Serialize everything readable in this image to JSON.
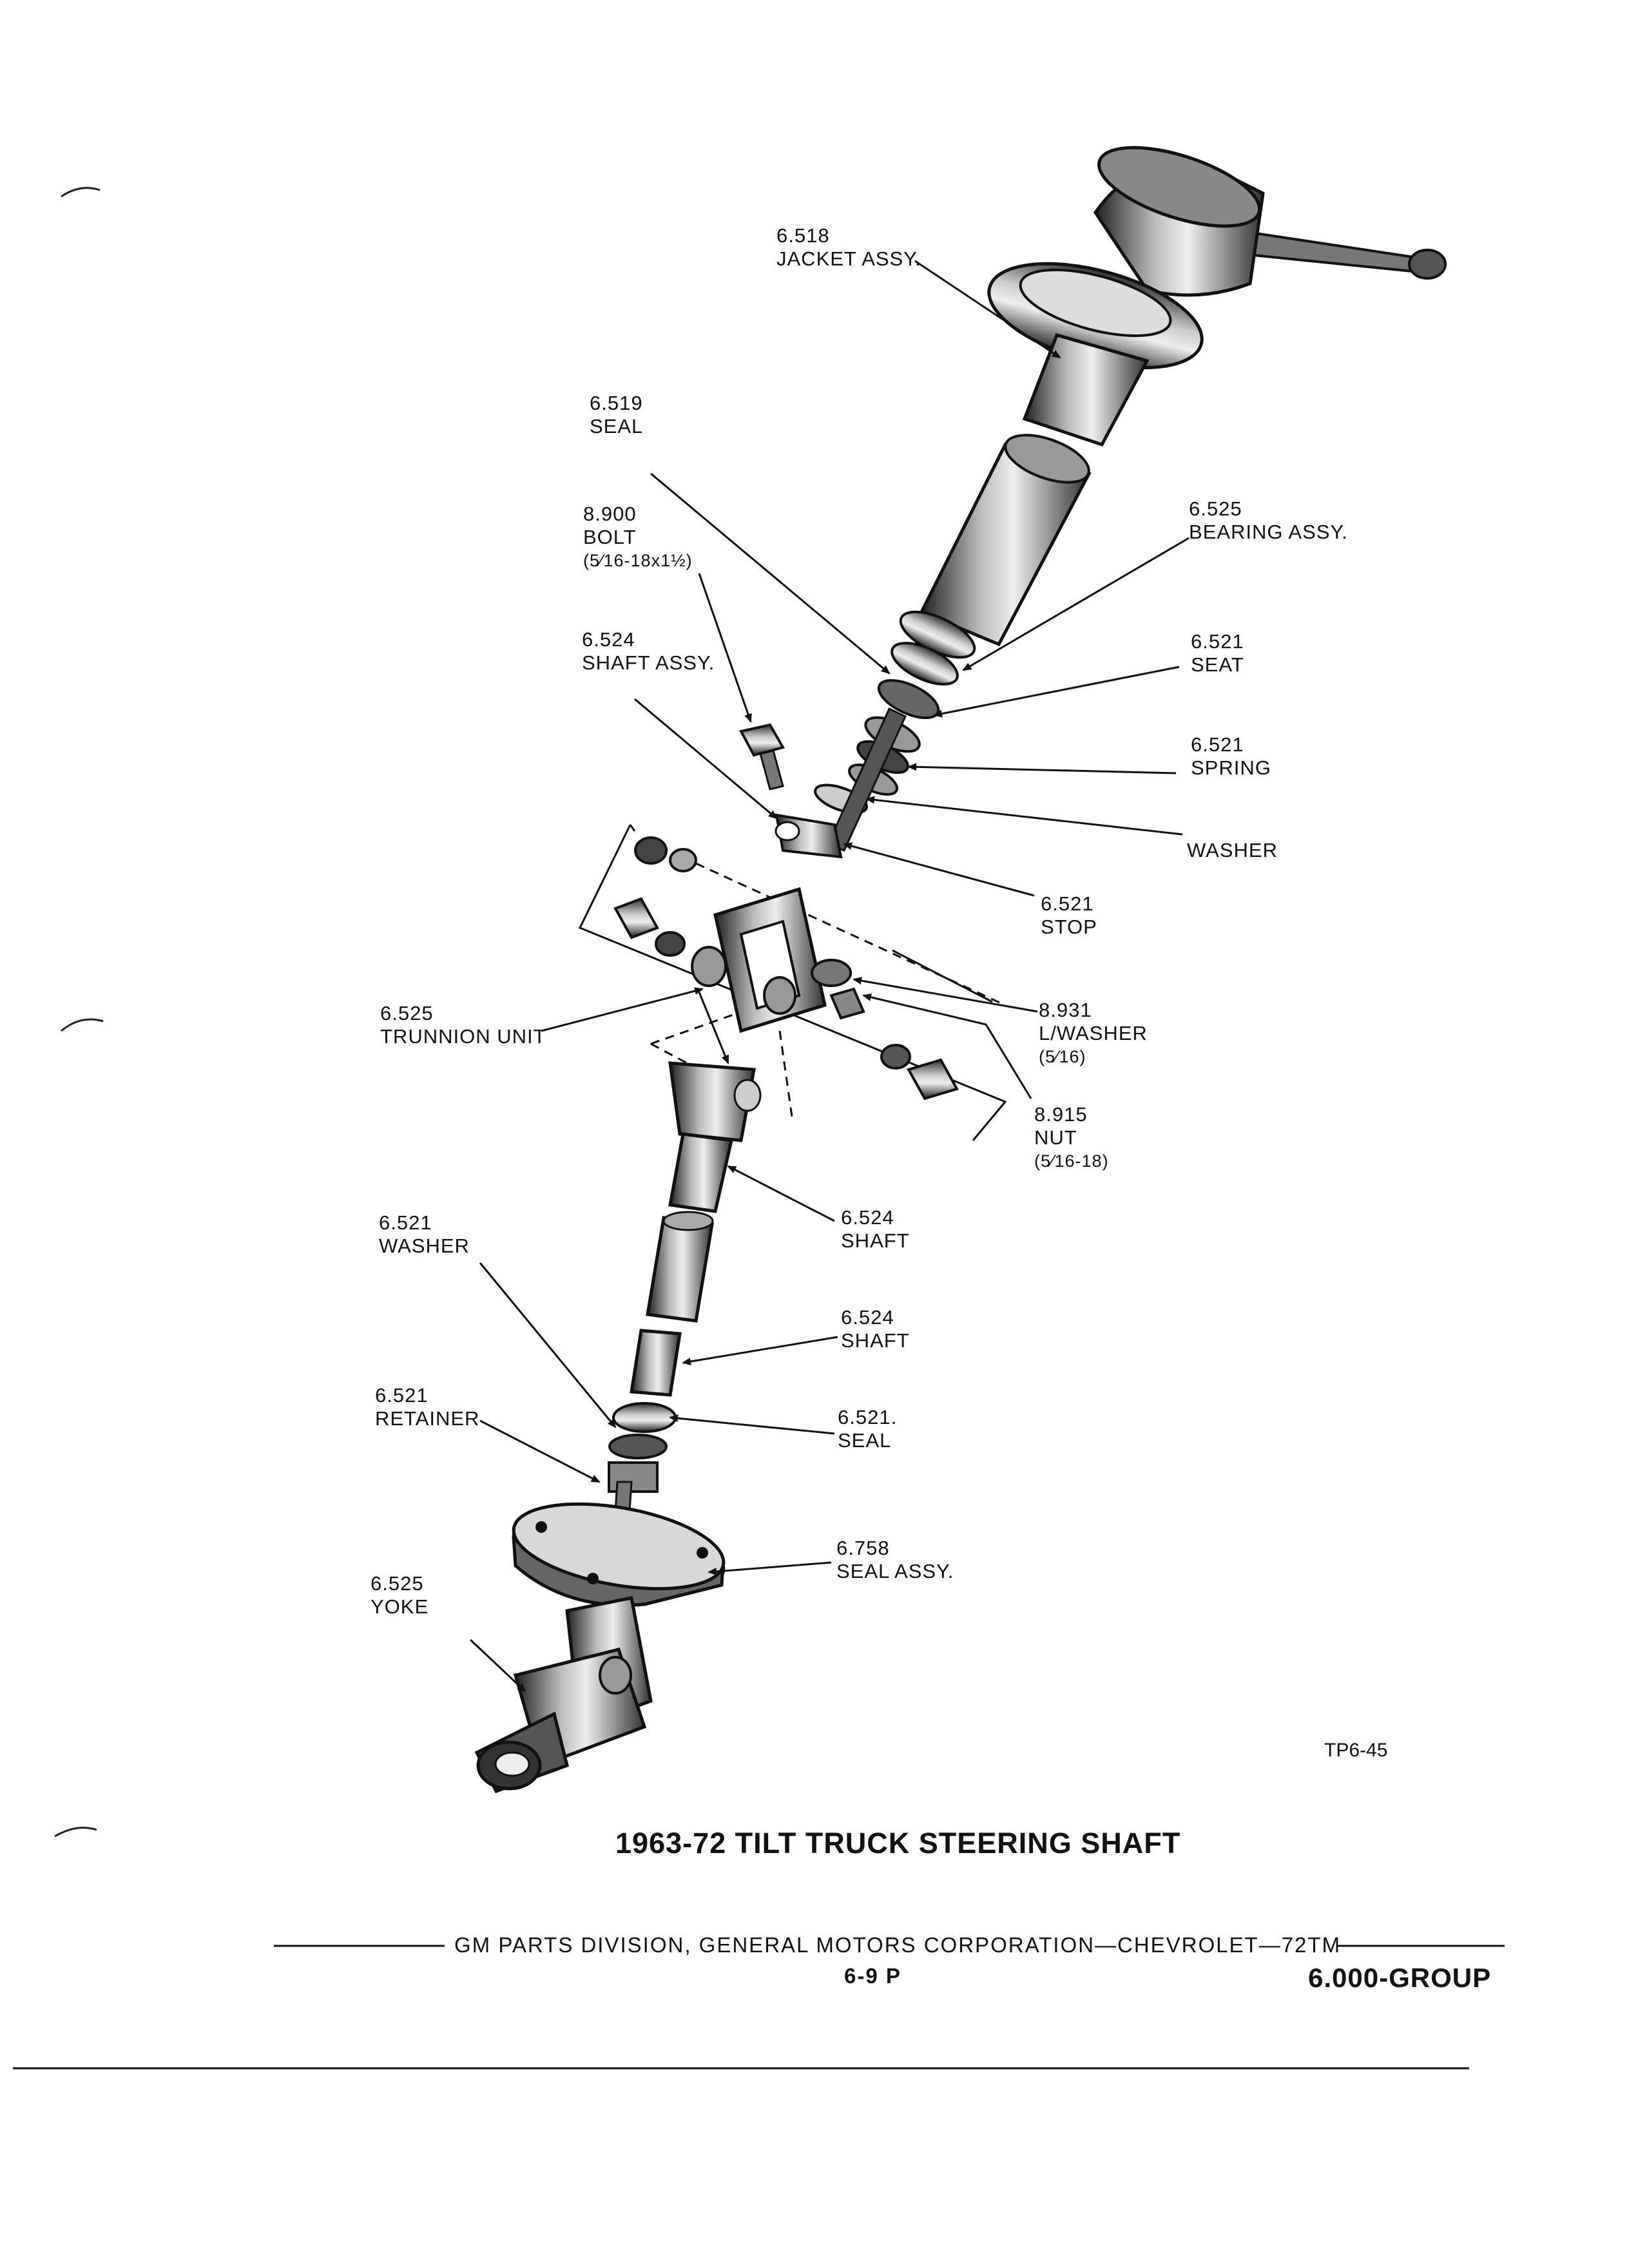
{
  "title": "1963-72 TILT TRUCK STEERING SHAFT",
  "figure_code": "TP6-45",
  "footer": {
    "text": "GM PARTS DIVISION, GENERAL MOTORS CORPORATION—CHEVROLET—72TM",
    "page_number": "6-9 P",
    "group": "6.000-GROUP"
  },
  "callouts": {
    "jacket": {
      "number": "6.518",
      "name": "JACKET ASSY."
    },
    "seal_upper": {
      "number": "6.519",
      "name": "SEAL"
    },
    "bolt": {
      "number": "8.900",
      "name": "BOLT",
      "spec": "(5⁄16-18x1½)"
    },
    "shaft_assy": {
      "number": "6.524",
      "name": "SHAFT ASSY."
    },
    "bearing": {
      "number": "6.525",
      "name": "BEARING ASSY."
    },
    "seat": {
      "number": "6.521",
      "name": "SEAT"
    },
    "spring": {
      "number": "6.521",
      "name": "SPRING"
    },
    "washer_top": {
      "name": "WASHER"
    },
    "stop": {
      "number": "6.521",
      "name": "STOP"
    },
    "trunnion": {
      "number": "6.525",
      "name": "TRUNNION UNIT"
    },
    "lwasher": {
      "number": "8.931",
      "name": "L/WASHER",
      "spec": "(5⁄16)"
    },
    "nut": {
      "number": "8.915",
      "name": "NUT",
      "spec": "(5⁄16-18)"
    },
    "shaft_1": {
      "number": "6.524",
      "name": "SHAFT"
    },
    "washer_low": {
      "number": "6.521",
      "name": "WASHER"
    },
    "shaft_2": {
      "number": "6.524",
      "name": "SHAFT"
    },
    "retainer": {
      "number": "6.521",
      "name": "RETAINER"
    },
    "seal_low": {
      "number": "6.521.",
      "name": "SEAL"
    },
    "seal_assy": {
      "number": "6.758",
      "name": "SEAL ASSY."
    },
    "yoke": {
      "number": "6.525",
      "name": "YOKE"
    }
  }
}
